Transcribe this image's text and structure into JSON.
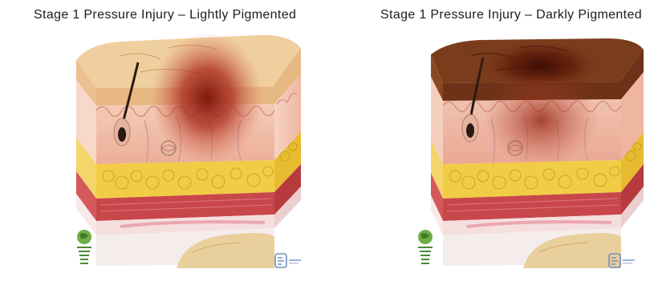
{
  "panels": [
    {
      "id": "light",
      "title": "Stage 1  Pressure Injury – Lightly Pigmented",
      "colors": {
        "epidermis": "#f0cf9e",
        "epidermis_side": "#e8b883",
        "lesion": "#a8271a",
        "dermis": "#f1c1ad",
        "fat": "#f1cc45",
        "muscle": "#c8474b"
      }
    },
    {
      "id": "dark",
      "title": "Stage 1  Pressure Injury – Darkly Pigmented",
      "colors": {
        "epidermis": "#7a3d1c",
        "epidermis_side": "#6d3217",
        "lesion": "#4a1208",
        "dermis": "#eeb9a3",
        "fat": "#f1cc45",
        "muscle": "#c8474b"
      }
    }
  ],
  "credit_text": "",
  "icons": [
    "globe-logo-icon",
    "partner-logo-icon"
  ]
}
